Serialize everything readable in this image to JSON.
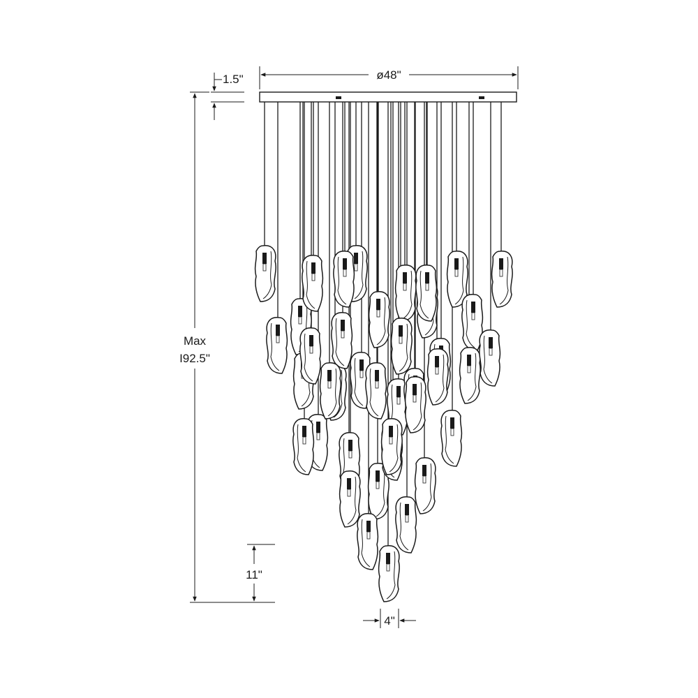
{
  "dimensions": {
    "canopy_height": "1.5\"",
    "diameter": "ø48\"",
    "max_height_line1": "Max",
    "max_height_line2": "I92.5\"",
    "shade_height": "11\"",
    "shade_width": "4\""
  },
  "pendant_count": 40,
  "line_color": "#1a1a1a",
  "background_color": "#ffffff"
}
